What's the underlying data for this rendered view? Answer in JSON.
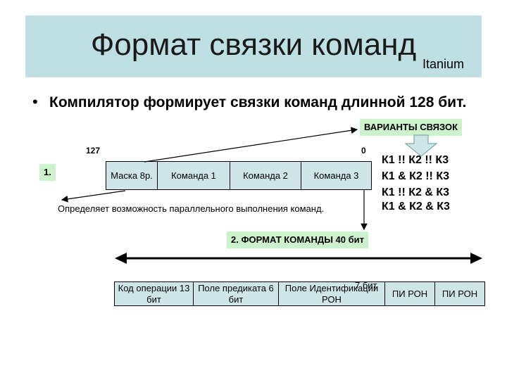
{
  "title": "Формат связки команд",
  "subtitle": "Itanium",
  "bullet": "Компилятор формирует связки команд длинной 128 бит.",
  "bit_high": "127",
  "bit_low": "0",
  "label_1": "1.",
  "bundle_fields": [
    "Маска 8р.",
    "Команда 1",
    "Команда 2",
    "Команда 3"
  ],
  "variants_label": "ВАРИАНТЫ СВЯЗОК",
  "variants": [
    "К1 !! К2 !! К3",
    "К1 & К2 !! К3",
    "К1 !! К2 & К3",
    "К1 & К2 & К3"
  ],
  "parallel_caption": "Определяет возможность параллельного выполнения команд.",
  "format_label": "2. ФОРМАТ КОМАНДЫ  40 бит",
  "instruction_fields": [
    "Код операции 13 бит",
    "Поле предиката 6 бит",
    "Поле Идентификации РОН",
    "ПИ РОН",
    "ПИ РОН"
  ],
  "seven_bit": "7 бит",
  "colors": {
    "title_band": "#bfe0e2",
    "box_fill": "#cfe6e8",
    "label_green": "#ccf2cc",
    "arrow_fill": "#cfe6e8"
  }
}
